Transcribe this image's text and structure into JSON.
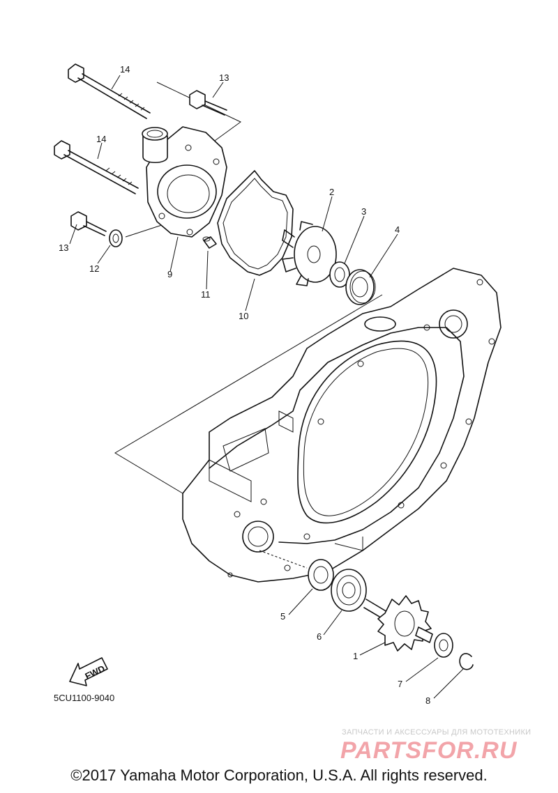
{
  "callouts": {
    "p1": "1",
    "p2": "2",
    "p3": "3",
    "p4": "4",
    "p5": "5",
    "p6": "6",
    "p7": "7",
    "p8": "8",
    "p9": "9",
    "p10": "10",
    "p11": "11",
    "p12": "12",
    "p13a": "13",
    "p13b": "13",
    "p14a": "14",
    "p14b": "14"
  },
  "fwd_label": "FWD",
  "diagram_code": "5CU1100-9040",
  "watermark": {
    "tagline": "ЗАПЧАСТИ И АКСЕССУАРЫ ДЛЯ МОТОТЕХНИКИ",
    "brand": "PARTSFOR.RU",
    "color_primary": "#e85a63",
    "color_secondary": "#b0b0b0"
  },
  "copyright": "©2017 Yamaha Motor Corporation, U.S.A. All rights reserved."
}
